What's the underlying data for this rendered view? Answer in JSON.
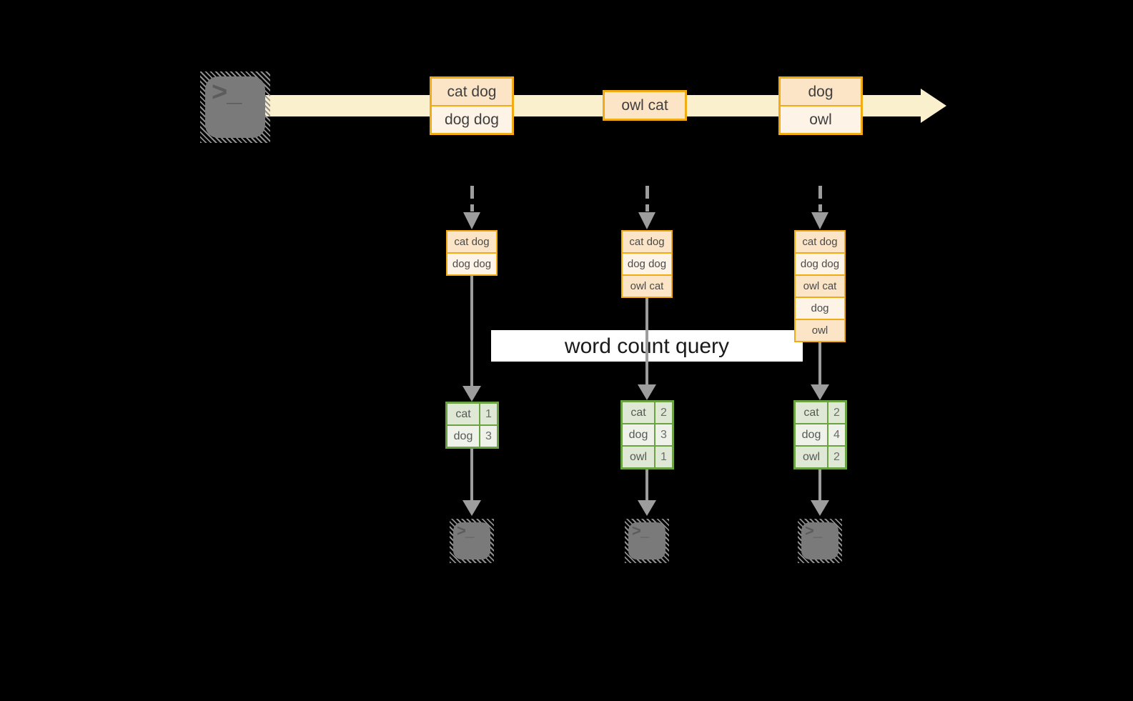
{
  "diagram": {
    "query_label": "word count query",
    "prompt_glyph": ">_",
    "colors": {
      "background": "#000000",
      "band": "#faf0cd",
      "orange_border": "#f0ac12",
      "peach_dark": "#fce4c6",
      "peach_light": "#fdf3e6",
      "green_border": "#6ba342",
      "green_dark": "#dfe8d4",
      "green_light": "#eef2e8",
      "arrow_gray": "#9d9d9d",
      "terminal_gray": "#7a7a7a"
    },
    "stream": {
      "events": [
        {
          "lines": [
            "cat dog",
            "dog dog"
          ]
        },
        {
          "lines": [
            "owl cat"
          ]
        },
        {
          "lines": [
            "dog",
            "owl"
          ]
        }
      ]
    },
    "snapshots": [
      {
        "items": [
          "cat dog",
          "dog dog"
        ]
      },
      {
        "items": [
          "cat dog",
          "dog dog",
          "owl cat"
        ]
      },
      {
        "items": [
          "cat dog",
          "dog dog",
          "owl cat",
          "dog",
          "owl"
        ]
      }
    ],
    "counts": [
      {
        "rows": [
          {
            "word": "cat",
            "count": "1"
          },
          {
            "word": "dog",
            "count": "3"
          }
        ]
      },
      {
        "rows": [
          {
            "word": "cat",
            "count": "2"
          },
          {
            "word": "dog",
            "count": "3"
          },
          {
            "word": "owl",
            "count": "1"
          }
        ]
      },
      {
        "rows": [
          {
            "word": "cat",
            "count": "2"
          },
          {
            "word": "dog",
            "count": "4"
          },
          {
            "word": "owl",
            "count": "2"
          }
        ]
      }
    ]
  }
}
